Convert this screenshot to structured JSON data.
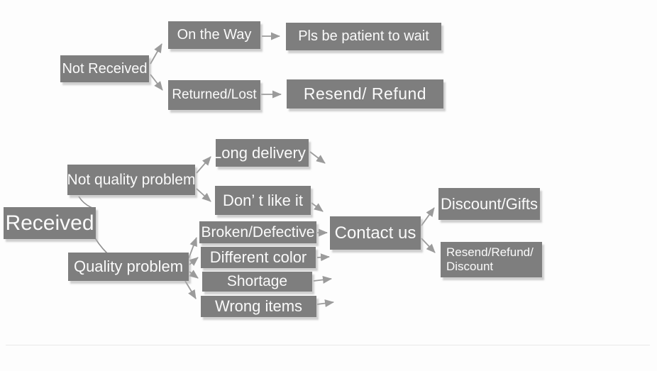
{
  "diagram": {
    "description": "Customer service flowchart for order issues",
    "colors": {
      "box": "#7e7e7e",
      "text": "#fafafa",
      "arrow": "#9b9b9b",
      "background": "#fdfdfd"
    },
    "nodes": {
      "not_received": "Not Received",
      "on_the_way": "On the Way",
      "pls_wait": "Pls be patient to wait",
      "returned_lost": "Returned/Lost",
      "resend_refund": "Resend/ Refund",
      "received": "Received",
      "not_quality_problem": "Not quality problem",
      "long_delivery": "Long delivery",
      "dont_like_it": "Don’ t like it",
      "broken_defective": "Broken/Defective",
      "different_color": "Different color",
      "shortage": "Shortage",
      "wrong_items": "Wrong items",
      "quality_problem": "Quality problem",
      "contact_us": "Contact us",
      "discount_gifts": "Discount/Gifts",
      "resend_refund_discount_line1": "Resend/Refund/",
      "resend_refund_discount_line2": "Discount"
    },
    "edges": [
      "Not Received -> On the Way",
      "Not Received -> Returned/Lost",
      "On the Way -> Pls be patient to wait",
      "Returned/Lost -> Resend/ Refund",
      "Received -> Not quality problem",
      "Received -> Quality problem",
      "Not quality problem -> Long delivery",
      "Not quality problem -> Don’ t like it",
      "Long delivery -> Contact us",
      "Don’ t like it -> Contact us",
      "Quality problem -> Broken/Defective",
      "Quality problem -> Different color",
      "Quality problem -> Shortage",
      "Quality problem -> Wrong items",
      "Broken/Defective -> Contact us",
      "Different color -> Contact us",
      "Shortage -> Contact us",
      "Wrong items -> Contact us",
      "Contact us -> Discount/Gifts",
      "Contact us -> Resend/Refund/ Discount"
    ]
  }
}
